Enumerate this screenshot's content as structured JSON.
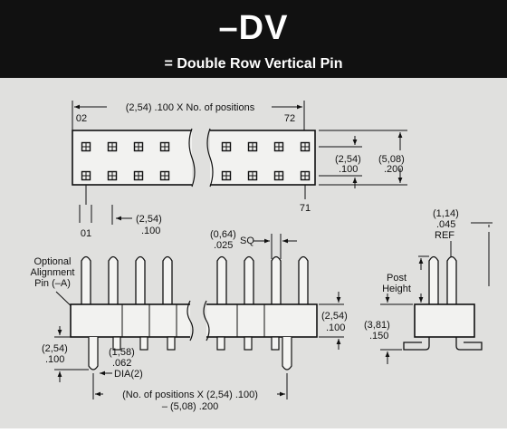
{
  "header": {
    "title": "–DV",
    "subtitle": "= Double Row Vertical Pin"
  },
  "top_view": {
    "pitch_dim": "(2,54) .100 X No. of positions",
    "pin_02": "02",
    "pin_72": "72",
    "pin_01": "01",
    "pin_71": "71",
    "row_pitch_mm": "(2,54)",
    "row_pitch_in": ".100",
    "width_mm": "(5,08)",
    "width_in": ".200",
    "pin_pitch_mm": "(2,54)",
    "pin_pitch_in": ".100"
  },
  "side_view": {
    "alignment_label_1": "Optional",
    "alignment_label_2": "Alignment",
    "alignment_label_3": "Pin (–A)",
    "sq_mm": "(0,64)",
    "sq_in": ".025",
    "sq_label": "SQ",
    "height_mm": "(2,54)",
    "height_in": ".100",
    "pin_ext_mm": "(2,54)",
    "pin_ext_in": ".100",
    "dia_mm": "(1,58)",
    "dia_in": ".062",
    "dia_label": "DIA(2)",
    "length_line1": "(No. of positions X (2,54) .100)",
    "length_line2": "– (5,08) .200"
  },
  "end_view": {
    "ref_mm": "(1,14)",
    "ref_in": ".045",
    "ref_label": "REF",
    "post_label_1": "Post",
    "post_label_2": "Height",
    "tail_mm": "(3,81)",
    "tail_in": ".150"
  }
}
